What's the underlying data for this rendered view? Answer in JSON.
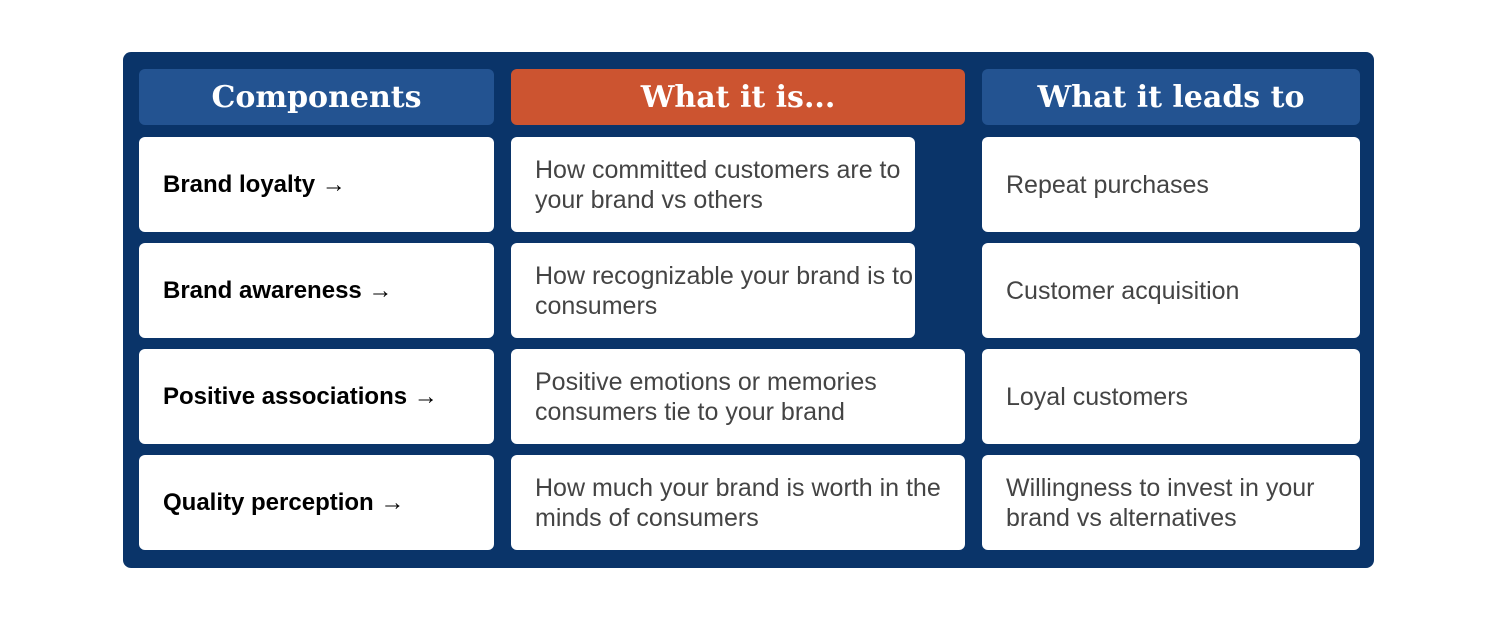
{
  "headers": [
    "Components",
    "What it is...",
    "What it leads to"
  ],
  "rows": [
    {
      "component": "Brand loyalty →",
      "what": "How committed customers are to your brand vs others",
      "leads": "Repeat purchases"
    },
    {
      "component": "Brand awareness →",
      "what": "How recognizable your brand is to consumers",
      "leads": "Customer acquisition"
    },
    {
      "component": "Positive associations →",
      "what": "Positive emotions or memories consumers tie to your brand",
      "leads": "Loyal customers"
    },
    {
      "component": "Quality perception →",
      "what": "How much your brand is worth in the minds of consumers",
      "leads": "Willingness to invest in your brand vs alternatives"
    }
  ],
  "colors": {
    "frame": "#0a3469",
    "header": "#235391",
    "accent": "#cc5430"
  }
}
